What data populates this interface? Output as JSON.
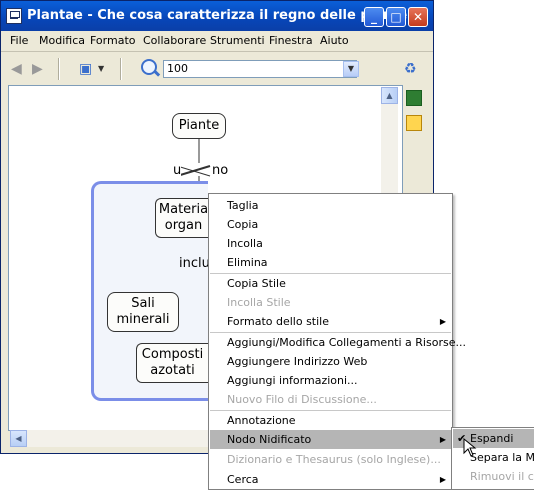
{
  "window": {
    "title": "Plantae - Che cosa caratterizza il regno delle piante?",
    "buttons": {
      "minimize": "_",
      "maximize": "□",
      "close": "✕"
    }
  },
  "menubar": [
    "File",
    "Modifica",
    "Formato",
    "Collaborare",
    "Strumenti",
    "Finestra",
    "Aiuto"
  ],
  "toolbar": {
    "zoom_value": "100",
    "dropdown_glyph": "▼"
  },
  "map": {
    "nodes": {
      "piante": "Piante",
      "materia_line1": "Materia",
      "materia_line2": "organ",
      "sali_line1": "Sali",
      "sali_line2": "minerali",
      "composti_line1": "Composti",
      "composti_line2": "azotati"
    },
    "links": {
      "top_left": "u",
      "top_right": "no",
      "includes": "inclu"
    }
  },
  "context_menu": {
    "items": [
      {
        "label": "Taglia",
        "disabled": false
      },
      {
        "label": "Copia",
        "disabled": false
      },
      {
        "label": "Incolla",
        "disabled": false
      },
      {
        "label": "Elimina",
        "disabled": false
      },
      {
        "label": "Copia Stile",
        "disabled": false
      },
      {
        "label": "Incolla Stile",
        "disabled": true
      },
      {
        "label": "Formato dello stile",
        "disabled": false,
        "submenu": true
      },
      {
        "label": "Aggiungi/Modifica Collegamenti a Risorse...",
        "disabled": false
      },
      {
        "label": "Aggiungere Indirizzo Web",
        "disabled": false
      },
      {
        "label": "Aggiungi informazioni...",
        "disabled": false
      },
      {
        "label": "Nuovo Filo di Discussione...",
        "disabled": true
      },
      {
        "label": "Annotazione",
        "disabled": false
      },
      {
        "label": "Nodo Nidificato",
        "disabled": false,
        "submenu": true,
        "highlighted": true
      },
      {
        "label": "Dizionario e Thesaurus (solo Inglese)...",
        "disabled": true
      },
      {
        "label": "Cerca",
        "disabled": false,
        "submenu": true
      }
    ]
  },
  "submenu": {
    "items": [
      {
        "label": "Espandi",
        "checked": true,
        "highlighted": true
      },
      {
        "label": "Separa la Map",
        "disabled": false
      },
      {
        "label": "Rimuovi il colle",
        "disabled": true
      }
    ]
  }
}
